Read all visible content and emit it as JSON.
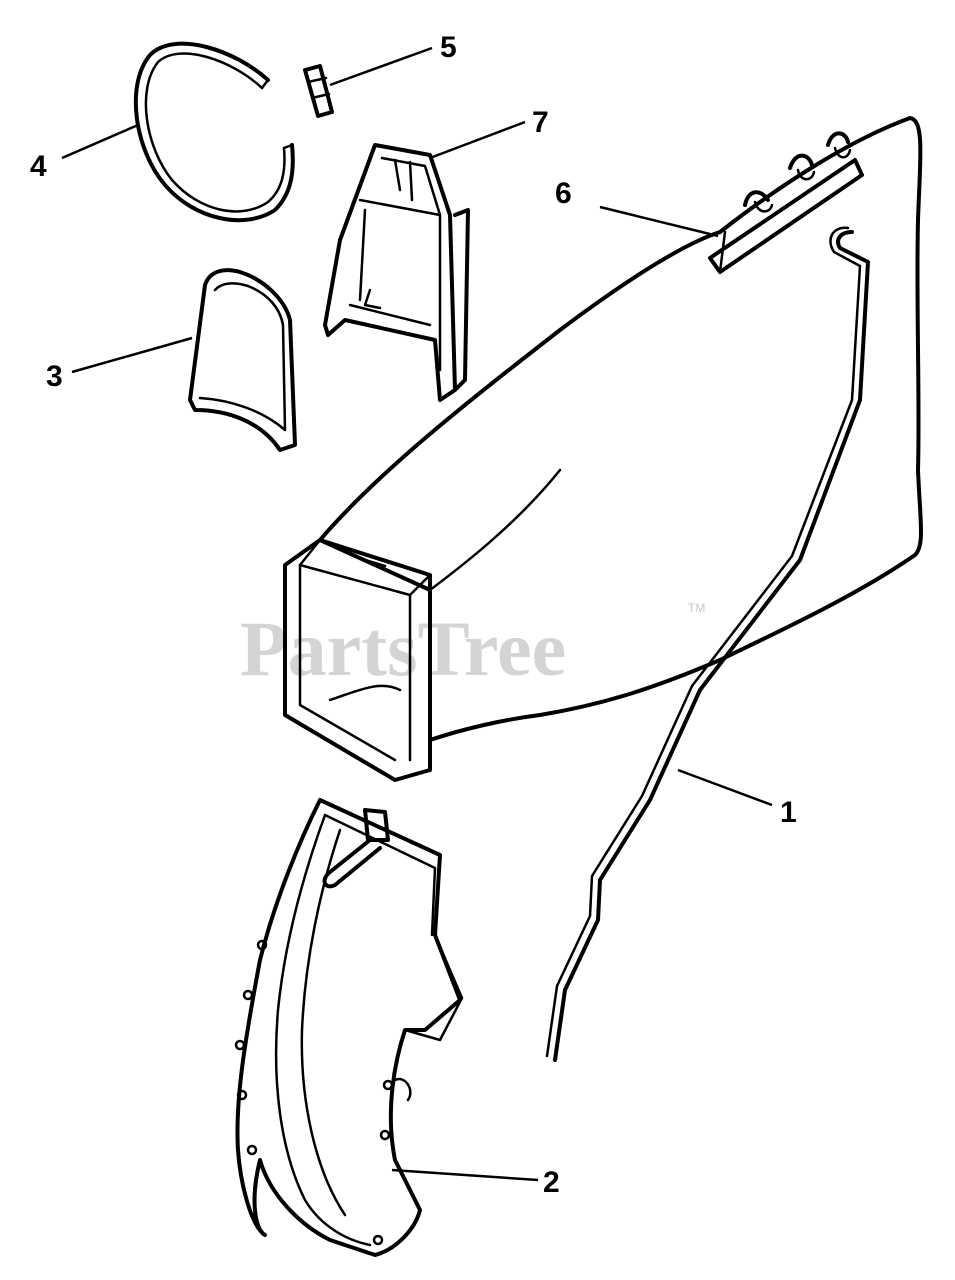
{
  "watermark": {
    "text": "PartsTree",
    "trademark": "TM"
  },
  "callouts": [
    {
      "id": "1",
      "label": "1",
      "part": "bag-frame-rod"
    },
    {
      "id": "2",
      "label": "2",
      "part": "discharge-chute"
    },
    {
      "id": "3",
      "label": "3",
      "part": "chute-frame"
    },
    {
      "id": "4",
      "label": "4",
      "part": "retaining-ring"
    },
    {
      "id": "5",
      "label": "5",
      "part": "clip"
    },
    {
      "id": "6",
      "label": "6",
      "part": "hinge-strip"
    },
    {
      "id": "7",
      "label": "7",
      "part": "bag-adapter-frame"
    }
  ],
  "colors": {
    "ink": "#000000",
    "watermark": "#d4d4d4",
    "background": "#ffffff"
  }
}
